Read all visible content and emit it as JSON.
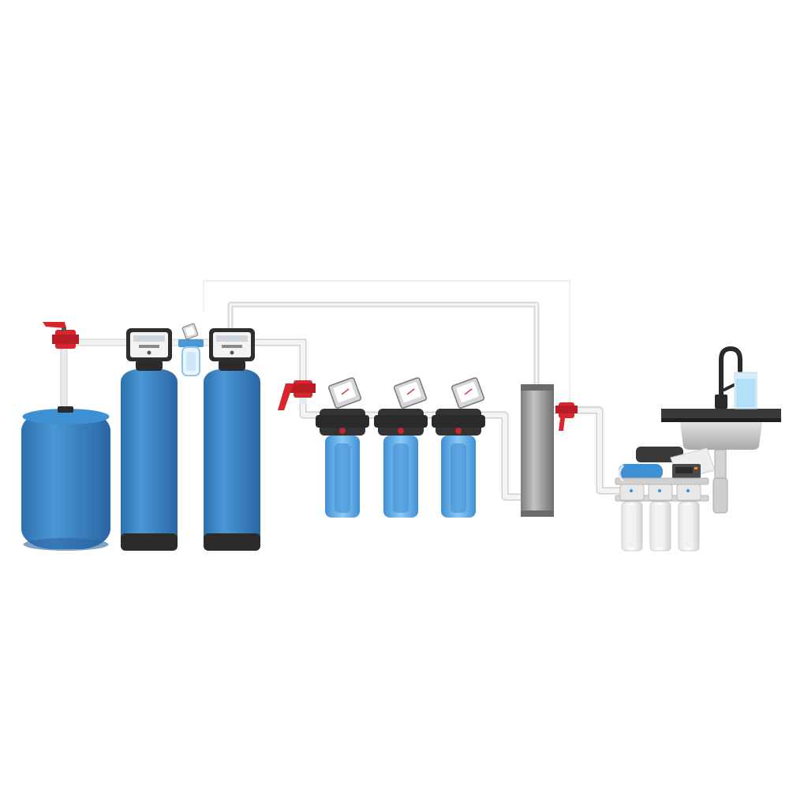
{
  "scene": {
    "background": "#ffffff",
    "colors": {
      "tank_blue": "#3a86c8",
      "tank_blue_dark": "#2c6fae",
      "tank_base": "#2b2b2b",
      "valve_red": "#d8262f",
      "pipe_white": "#f4f4f4",
      "pipe_grey": "#b8b8b8",
      "housing_black": "#333333",
      "housing_blue": "#5aa8e6",
      "uv_grey": "#9a9a9a",
      "sink_steel": "#c9c9c9",
      "faucet_dark": "#2a2a2a",
      "water_light": "#bfe6fb"
    },
    "components": [
      {
        "name": "pressure-tank",
        "icon": "pressure-tank-icon"
      },
      {
        "name": "inlet-ball-valve",
        "icon": "ball-valve-icon"
      },
      {
        "name": "softener-tank-1",
        "icon": "control-head-icon"
      },
      {
        "name": "sediment-prefilter",
        "icon": "prefilter-icon"
      },
      {
        "name": "softener-tank-2",
        "icon": "control-head-icon"
      },
      {
        "name": "cartridge-housing-1",
        "icon": "filter-cartridge-icon"
      },
      {
        "name": "cartridge-housing-2",
        "icon": "filter-cartridge-icon"
      },
      {
        "name": "cartridge-housing-3",
        "icon": "filter-cartridge-icon"
      },
      {
        "name": "uv-sterilizer",
        "icon": "uv-lamp-icon"
      },
      {
        "name": "reverse-osmosis-unit",
        "icon": "ro-system-icon"
      },
      {
        "name": "kitchen-sink-with-faucet",
        "icon": "faucet-icon"
      }
    ]
  }
}
